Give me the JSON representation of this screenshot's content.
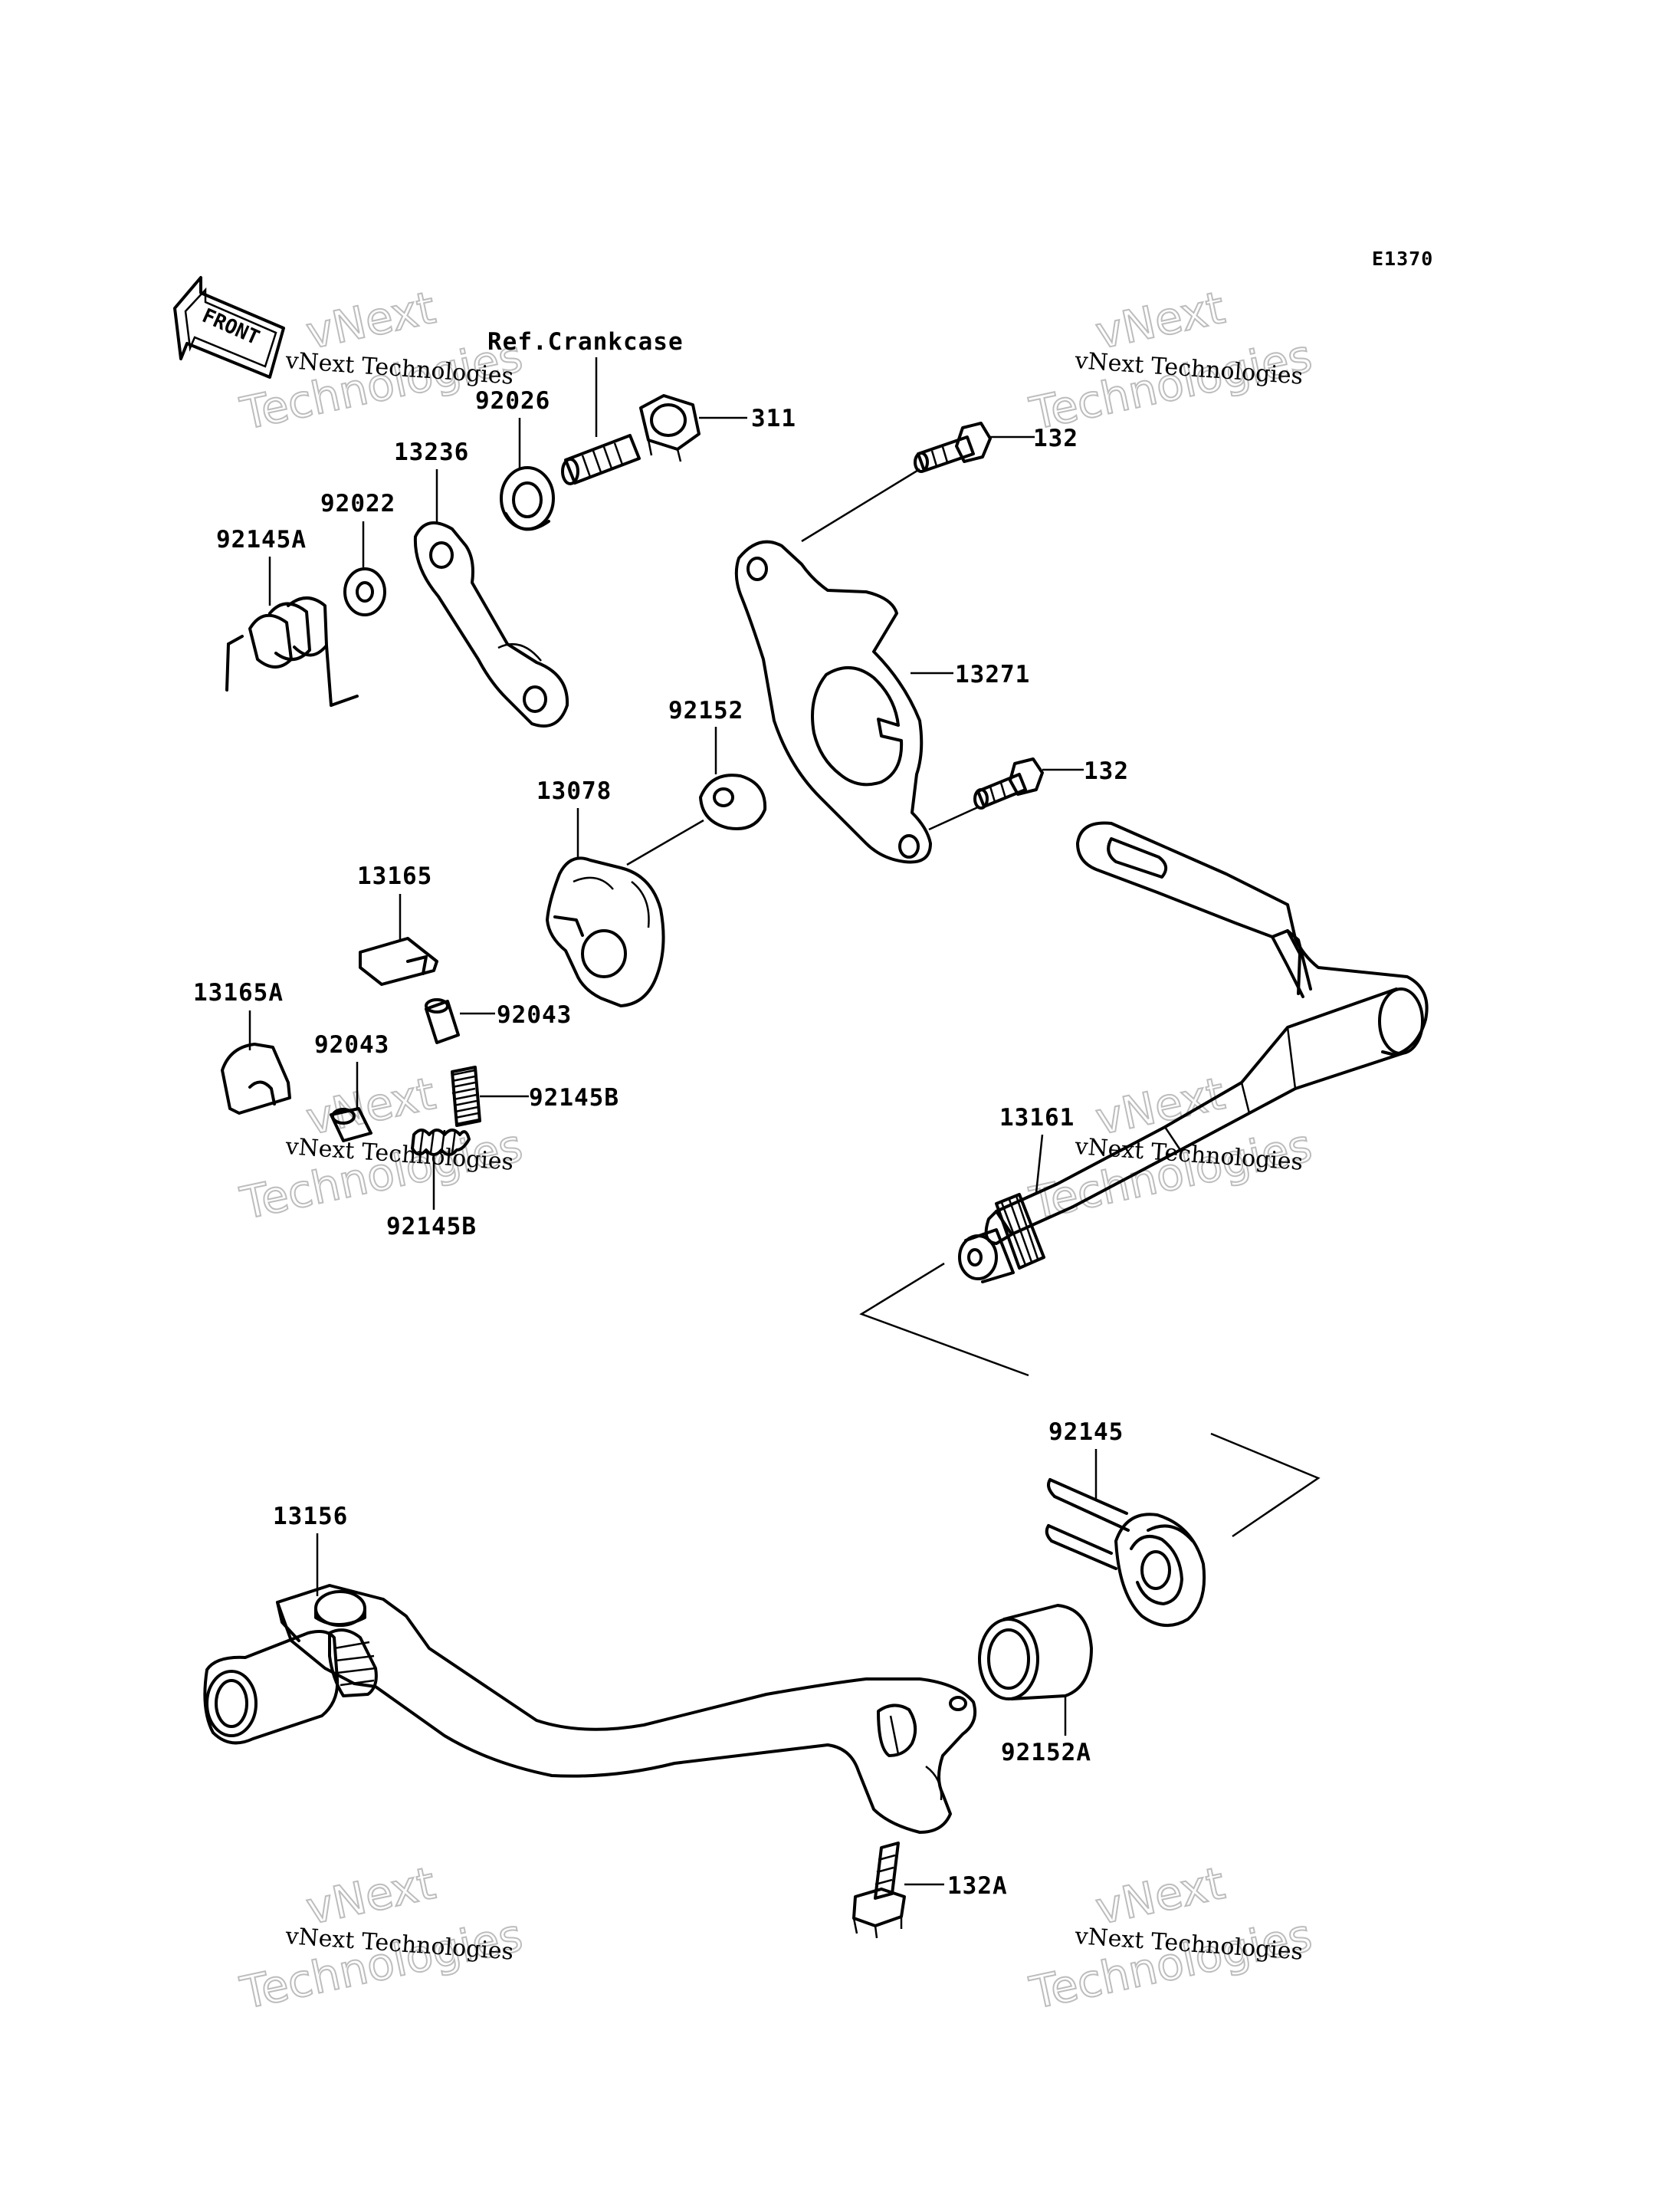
{
  "diagram": {
    "code": "E1370",
    "front_label": "FRONT",
    "ref_label": "Ref.Crankcase",
    "watermark": {
      "line1": "vNext Technologies",
      "line2": "vNext",
      "line3": "Technologies"
    },
    "parts": [
      "92026",
      "311",
      "132",
      "13236",
      "92022",
      "92145A",
      "13271",
      "92152",
      "132",
      "13078",
      "13165",
      "13165A",
      "92043",
      "92043",
      "92145B",
      "13161",
      "92145B",
      "92145",
      "13156",
      "92152A",
      "132A"
    ]
  }
}
